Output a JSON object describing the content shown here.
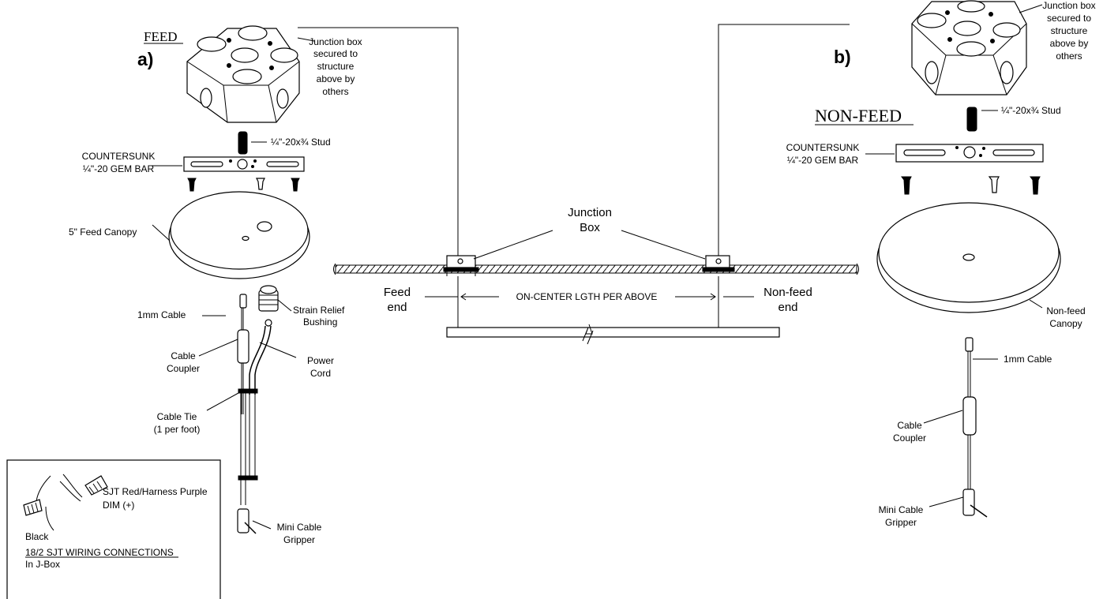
{
  "panel_a": {
    "letter": "a)",
    "heading": "FEED",
    "jbox_label": [
      "Junction box",
      "secured to",
      "structure",
      "above by",
      "others"
    ],
    "stud_label": "¼\"-20x¾ Stud",
    "gem_bar_label": [
      "COUNTERSUNK",
      "¼\"-20 GEM BAR"
    ],
    "canopy_label": "5\" Feed Canopy",
    "cable_label": "1mm Cable",
    "strain_relief_label": [
      "Strain Relief",
      "Bushing"
    ],
    "power_cord_label": [
      "Power",
      "Cord"
    ],
    "coupler_label": [
      "Cable",
      "Coupler"
    ],
    "cable_tie_label": [
      "Cable Tie",
      "(1 per foot)"
    ],
    "gripper_label": [
      "Mini Cable",
      "Gripper"
    ]
  },
  "panel_b": {
    "letter": "b)",
    "heading": "NON-FEED",
    "jbox_label": [
      "Junction box",
      "secured to",
      "structure",
      "above by",
      "others"
    ],
    "stud_label": "¼\"-20x¾ Stud",
    "gem_bar_label": [
      "COUNTERSUNK",
      "¼\"-20 GEM BAR"
    ],
    "canopy_label": [
      "Non-feed",
      "Canopy"
    ],
    "cable_label": "1mm Cable",
    "coupler_label": [
      "Cable",
      "Coupler"
    ],
    "gripper_label": [
      "Mini Cable",
      "Gripper"
    ]
  },
  "center": {
    "junction_label": [
      "Junction",
      "Box"
    ],
    "feed_end_label": [
      "Feed",
      "end"
    ],
    "nonfeed_end_label": [
      "Non-feed",
      "end"
    ],
    "length_label": "ON-CENTER LGTH PER ABOVE"
  },
  "wiring_box": {
    "hot_label": [
      "SJT Red/Harness Purple",
      "DIM (+)"
    ],
    "black_label": "Black",
    "title": "18/2 SJT WIRING CONNECTIONS",
    "subtitle": "In J-Box"
  }
}
